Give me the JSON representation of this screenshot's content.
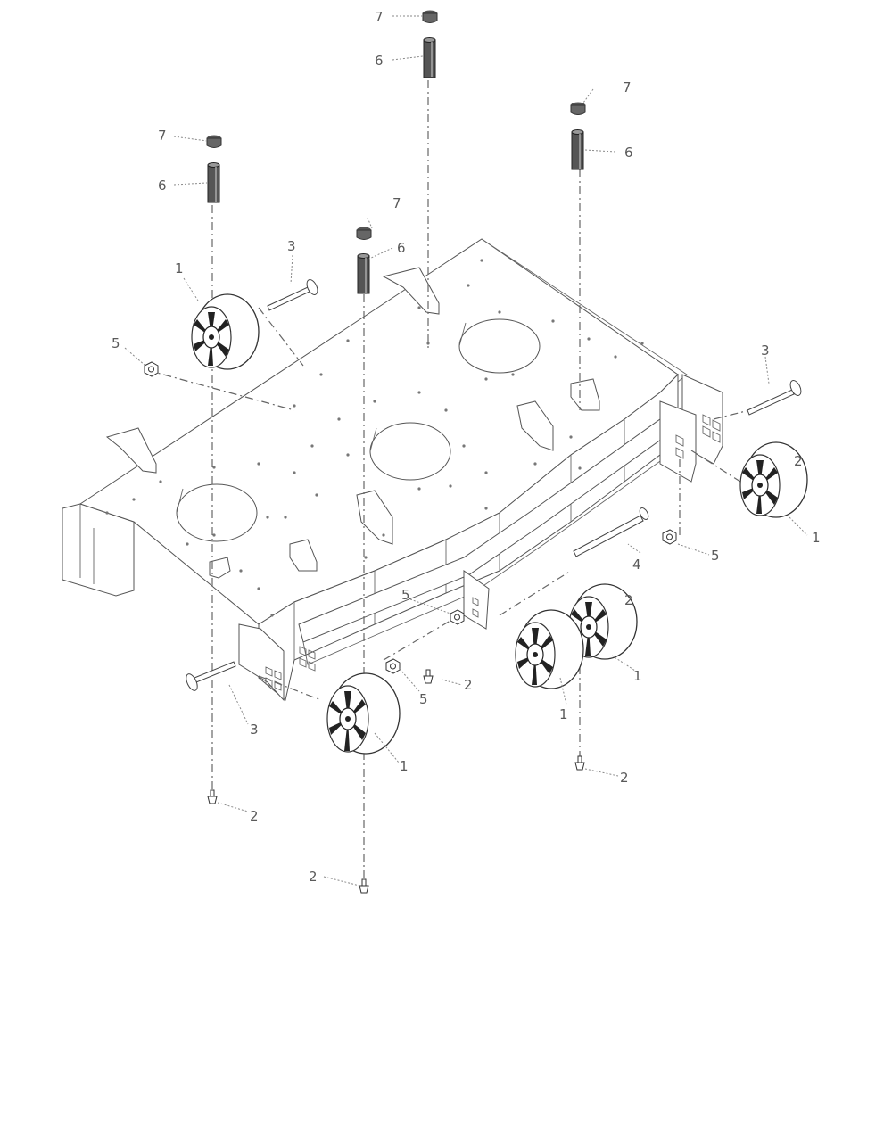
{
  "diagram": {
    "callouts": {
      "wheel": "1",
      "bolt_small": "2",
      "carriage_bolt": "3",
      "axle_bolt": "4",
      "nut": "5",
      "spacer": "6",
      "cap": "7"
    }
  }
}
